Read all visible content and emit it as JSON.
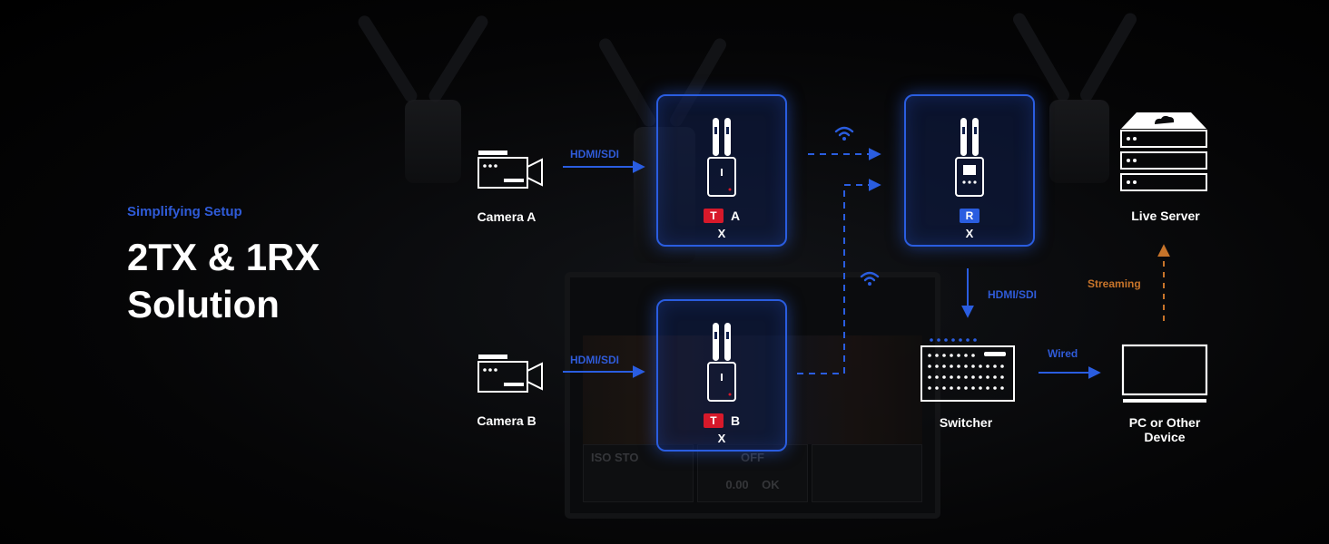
{
  "heading": {
    "eyebrow": "Simplifying Setup",
    "title_line1": "2TX & 1RX",
    "title_line2": "Solution"
  },
  "nodes": {
    "camera_a": "Camera A",
    "camera_b": "Camera B",
    "live_server": "Live Server",
    "switcher": "Switcher",
    "pc_line1": "PC or Other",
    "pc_line2": "Device"
  },
  "devices": {
    "tx_a": {
      "badge": "T",
      "letter": "A",
      "model": "X"
    },
    "tx_b": {
      "badge": "T",
      "letter": "B",
      "model": "X"
    },
    "rx": {
      "badge": "R",
      "model": "X"
    }
  },
  "links": {
    "cam_a_to_tx": "HDMI/SDI",
    "cam_b_to_tx": "HDMI/SDI",
    "rx_to_switcher": "HDMI/SDI",
    "switcher_to_pc": "Wired",
    "pc_to_server": "Streaming"
  },
  "background_monitor": {
    "iso_label": "ISO STO",
    "off_label": "OFF",
    "time_value": "0.00",
    "ok_label": "OK"
  },
  "colors": {
    "accent_blue": "#2a5de0",
    "tx_red": "#d7192a",
    "streaming_orange": "#c7742a"
  },
  "icons": [
    "camera-icon",
    "transmitter-icon",
    "receiver-icon",
    "wifi-icon",
    "server-icon",
    "switcher-icon",
    "monitor-icon"
  ]
}
